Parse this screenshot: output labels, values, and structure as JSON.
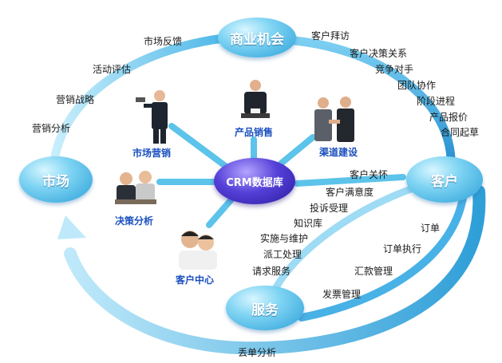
{
  "nodes": {
    "opportunity": "商业机会",
    "market": "市场",
    "customer": "客户",
    "service": "服务",
    "hub": "CRM数据库"
  },
  "groups": {
    "marketing": "市场营销",
    "product_sales": "产品销售",
    "channel": "渠道建设",
    "decision": "决策分析",
    "customer_center": "客户中心"
  },
  "market_to_opportunity": [
    "市场反馈",
    "活动评估",
    "营销战略",
    "营销分析"
  ],
  "opportunity_to_customer": [
    "客户拜访",
    "客户决策关系",
    "竞争对手",
    "团队协作",
    "阶段进程",
    "产品报价",
    "合同起草"
  ],
  "customer_to_service_inner": [
    "客户关怀",
    "客户满意度",
    "投诉受理",
    "知识库",
    "实施与维护",
    "派工处理",
    "请求服务"
  ],
  "customer_to_service_outer": [
    "订单",
    "订单执行",
    "汇款管理",
    "发票管理"
  ],
  "service_to_market": "丢单分析",
  "colors": {
    "ring_light": "#bfe9fa",
    "ring_dark": "#2f9fd8",
    "spoke": "#59bfe9",
    "caption": "#1a4fbf"
  }
}
